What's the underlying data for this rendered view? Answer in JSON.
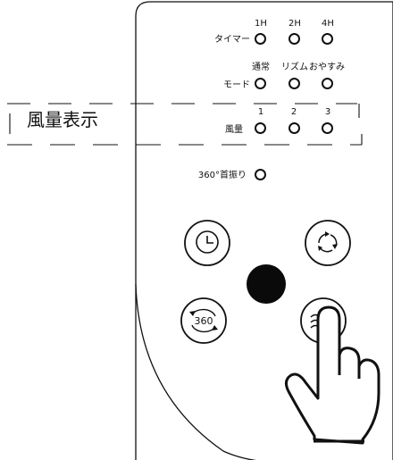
{
  "callout": {
    "label": "風量表示"
  },
  "timer_row": {
    "label": "タイマー",
    "options": [
      "1H",
      "2H",
      "4H"
    ]
  },
  "mode_row": {
    "label": "モード",
    "options": [
      "通常",
      "リズム",
      "おやすみ"
    ]
  },
  "fan_row": {
    "label": "風量",
    "options": [
      "1",
      "2",
      "3"
    ]
  },
  "swing": {
    "label": "360°首振り"
  },
  "buttons": {
    "timer": {
      "icon": "clock-icon"
    },
    "rotate": {
      "icon": "rotate-arrows-icon"
    },
    "swing360": {
      "icon": "swing-360-icon",
      "text": "360"
    },
    "fan_speed": {
      "icon": "wind-waves-icon"
    },
    "power": {
      "icon": "power-dot"
    }
  },
  "hand": {
    "icon": "pointing-hand-icon"
  },
  "colors": {
    "ink": "#111111",
    "panel": "#ffffff"
  }
}
